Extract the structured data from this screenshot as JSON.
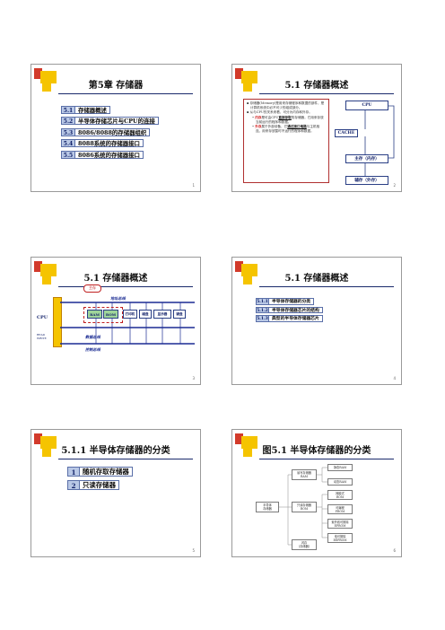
{
  "slides": [
    {
      "title": "第5章 存储器",
      "page": "1",
      "items": [
        {
          "num": "5.1",
          "label": "存储器概述"
        },
        {
          "num": "5.2",
          "label": "半导体存储芯片与CPU的连接"
        },
        {
          "num": "5.3",
          "label": "8086/8088的存储器组织"
        },
        {
          "num": "5.4",
          "label": "8088系统的存储器接口"
        },
        {
          "num": "5.5",
          "label": "8086系统的存储器接口"
        }
      ]
    },
    {
      "title": "5.1 存储器概述",
      "page": "2",
      "para1": "存储器(Memory)是用来存储程序和数据的部件，是计算机系统中必不可少的组成部分。",
      "para2": "从与CPU的关系来看，可分为内存和外存。",
      "sub1_hl": "内存",
      "sub1_a": "是可由CPU",
      "sub1_hl2": "直接存取",
      "sub1_b": "的存储器，它用来存放当前运行的程序和数据。",
      "sub2_hl": "外存",
      "sub2_a": "属于外部设备，它",
      "sub2_hl2": "通过接口电路",
      "sub2_b": "与主机相连，用来存放暂时不运行的程序和数据。",
      "fig": {
        "cpu": "CPU",
        "cache": "CACHE",
        "main": "主存（内存）",
        "aux": "辅存（外存）"
      }
    },
    {
      "title": "5.1 存储器概述",
      "page": "3",
      "fig": {
        "mem_tag": "主存",
        "addr_bus": "地址总线",
        "data_bus": "数据总线",
        "ctrl_bus": "控制总线",
        "cpu": "CPU",
        "rw": "READ\nWRITE",
        "devices": [
          "RAM",
          "ROM",
          "打印机",
          "磁盘",
          "显示器",
          "键盘"
        ]
      }
    },
    {
      "title": "5.1 存储器概述",
      "page": "4",
      "items": [
        {
          "num": "5.1.1",
          "label": "半导体存储器的分类"
        },
        {
          "num": "5.1.2",
          "label": "半导体存储器芯片的结构"
        },
        {
          "num": "5.1.3",
          "label": "典型的半导体存储器芯片"
        }
      ]
    },
    {
      "title": "5.1.1 半导体存储器的分类",
      "page": "5",
      "items": [
        {
          "num": "1",
          "label": "随机存取存储器"
        },
        {
          "num": "2",
          "label": "只读存储器"
        }
      ]
    },
    {
      "title": "图5.1 半导体存储器的分类",
      "page": "6",
      "tree": {
        "root": "半导体\n存储器",
        "ram": "读写存储器\nRAM",
        "rom": "只读存储器\nROM",
        "flash": "闪存\n(存储器)",
        "sram": "静态RAM",
        "dram": "动态RAM",
        "mask": "掩膜式\nROM",
        "prom": "可编程\nPROM",
        "eprom": "紫外线可擦除\nEPROM",
        "eeprom": "电可擦除\nEEPROM"
      }
    }
  ],
  "colors": {
    "accent_red": "#d21e1e",
    "accent_yellow": "#f5c400",
    "title_line": "#1a2a6c",
    "bus_blue": "#1b2c93"
  }
}
